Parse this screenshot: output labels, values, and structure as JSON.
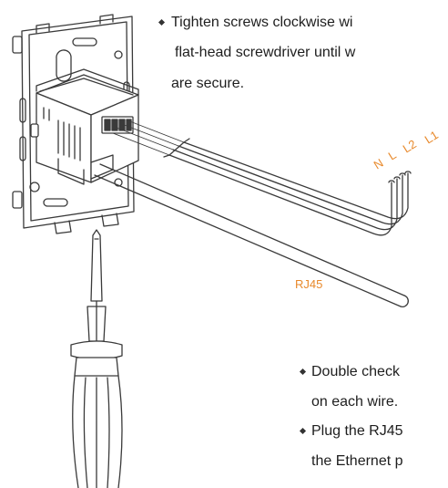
{
  "instructions": {
    "top": {
      "line1": "Tighten screws clockwise wi",
      "line2": "flat-head screwdriver until w",
      "line3": "are secure."
    },
    "bottom": {
      "item1_line1": "Double check",
      "item1_line2": "on each wire.",
      "item2_line1": "Plug the RJ45",
      "item2_line2": "the Ethernet p"
    }
  },
  "wire_labels": [
    "N",
    "L",
    "L2",
    "L1"
  ],
  "cable_label": "RJ45",
  "colors": {
    "label_accent": "#e8892b",
    "line": "#3a3a3a",
    "text": "#1e1e1e"
  },
  "icons": {
    "device": "smart-switch-module-icon",
    "tool": "flat-head-screwdriver-icon"
  }
}
